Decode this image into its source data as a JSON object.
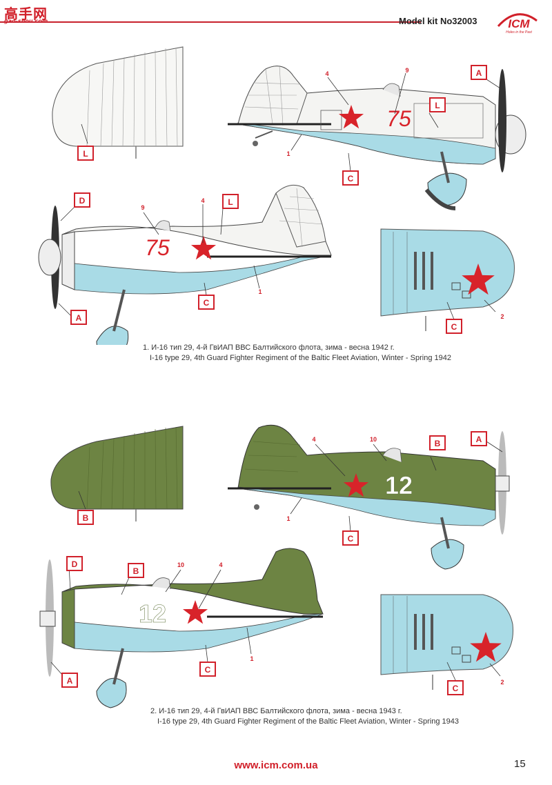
{
  "header": {
    "site_logo": "高手网",
    "site_url": "gao-shou.com",
    "model_kit": "Model kit No32003",
    "brand": "ICM",
    "brand_tagline": "Holes in the Past"
  },
  "scheme1": {
    "caption_ru": "1. И-16 тип 29, 4-й ГвИАП ВВС Балтийского флота, зима - весна 1942 г.",
    "caption_en": "I-16 type 29, 4th Guard Fighter Regiment of the Baltic Fleet Aviation, Winter - Spring 1942",
    "fuselage_number": "75",
    "colors": {
      "upper": "#f4f4f2",
      "lower": "#a9dbe6",
      "star": "#d8232a"
    },
    "markers": [
      "L",
      "A",
      "C",
      "D",
      "L",
      "A",
      "C",
      "C"
    ],
    "numbers": [
      "4",
      "9",
      "1",
      "9",
      "4",
      "1",
      "2"
    ]
  },
  "scheme2": {
    "caption_ru": "2. И-16 тип 29, 4-й ГвИАП ВВС Балтийского флота, зима - весна 1943 г.",
    "caption_en": "I-16 type 29, 4th Guard Fighter Regiment of the Baltic Fleet Aviation, Winter - Spring 1943",
    "fuselage_number": "12",
    "colors": {
      "upper": "#6d8443",
      "lower": "#a9dbe6",
      "star": "#d8232a"
    },
    "markers": [
      "B",
      "A",
      "B",
      "C",
      "D",
      "B",
      "A",
      "C",
      "C"
    ],
    "numbers": [
      "4",
      "10",
      "1",
      "10",
      "4",
      "1",
      "2"
    ]
  },
  "footer": {
    "url": "www.icm.com.ua",
    "page": "15"
  }
}
